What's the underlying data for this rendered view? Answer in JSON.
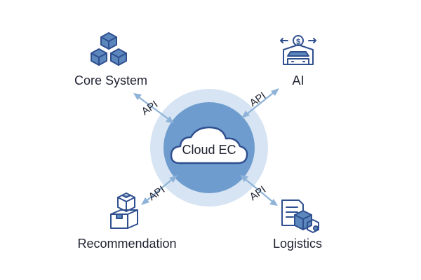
{
  "center": {
    "label": "Cloud EC"
  },
  "nodes": [
    {
      "id": "core-system",
      "label": "Core System",
      "icon": "stacked-cubes-icon"
    },
    {
      "id": "ai",
      "label": "AI",
      "icon": "storefront-dollar-icon"
    },
    {
      "id": "recommendation",
      "label": "Recommendation",
      "icon": "boxes-icon"
    },
    {
      "id": "logistics",
      "label": "Logistics",
      "icon": "document-package-icon"
    }
  ],
  "connector_label": "API",
  "colors": {
    "outer_ring": "#d6e4f3",
    "inner_circle": "#6f9cce",
    "arrow": "#8fb3d8",
    "icon_stroke": "#2f4f8f",
    "icon_fill": "#5b87bd"
  }
}
